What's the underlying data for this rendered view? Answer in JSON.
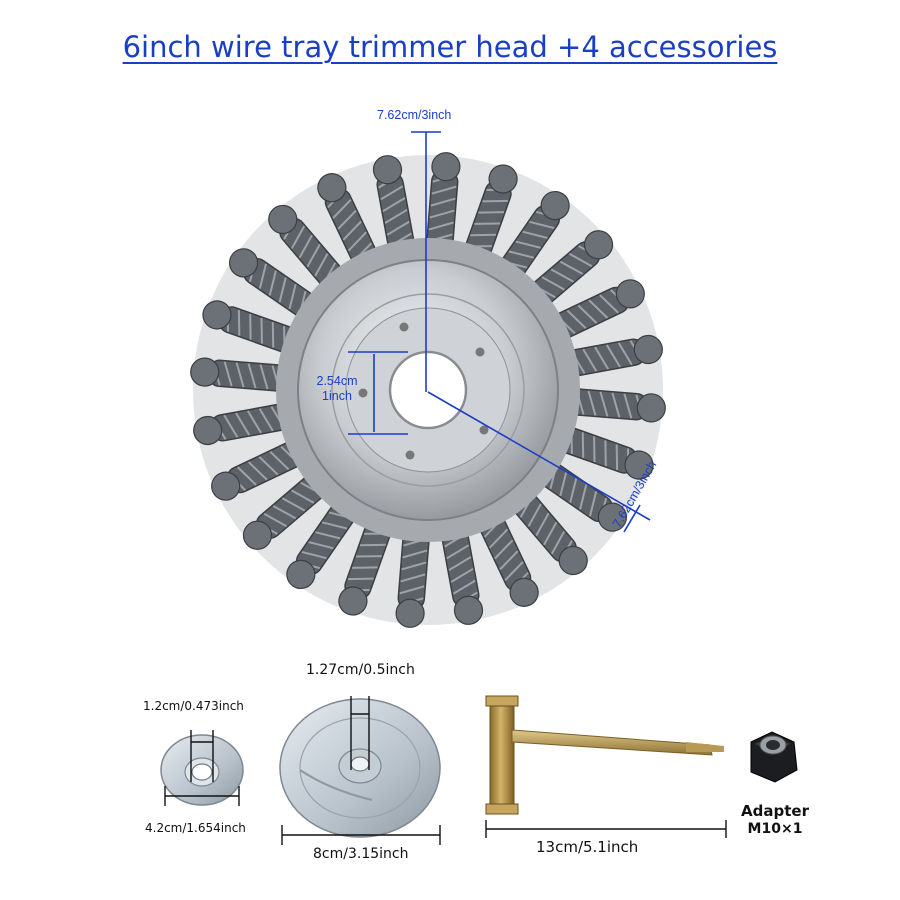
{
  "title": "6inch wire tray trimmer head +4 accessories",
  "colors": {
    "title": "#1a3fc4",
    "dimension_line": "#1a3fc4",
    "wire": "#5d6268",
    "metal": "#c9ccd0"
  },
  "icons": [
    "wire-brush-head-image",
    "small-washer-image",
    "large-washer-image",
    "t-wrench-image",
    "lock-nut-image"
  ],
  "main": {
    "dim_top": "7.62cm/3inch",
    "dim_bore_1": "2.54cm",
    "dim_bore_2": "1inch",
    "dim_diagonal": "7.62cm/3inch"
  },
  "accessories": {
    "small_washer": {
      "top": "1.2cm/0.473inch",
      "bottom": "4.2cm/1.654inch"
    },
    "large_washer": {
      "top": "1.27cm/0.5inch",
      "bottom": "8cm/3.15inch"
    },
    "wrench": {
      "length": "13cm/5.1inch"
    },
    "nut": {
      "line1": "Adapter",
      "line2": "M10×1"
    }
  }
}
